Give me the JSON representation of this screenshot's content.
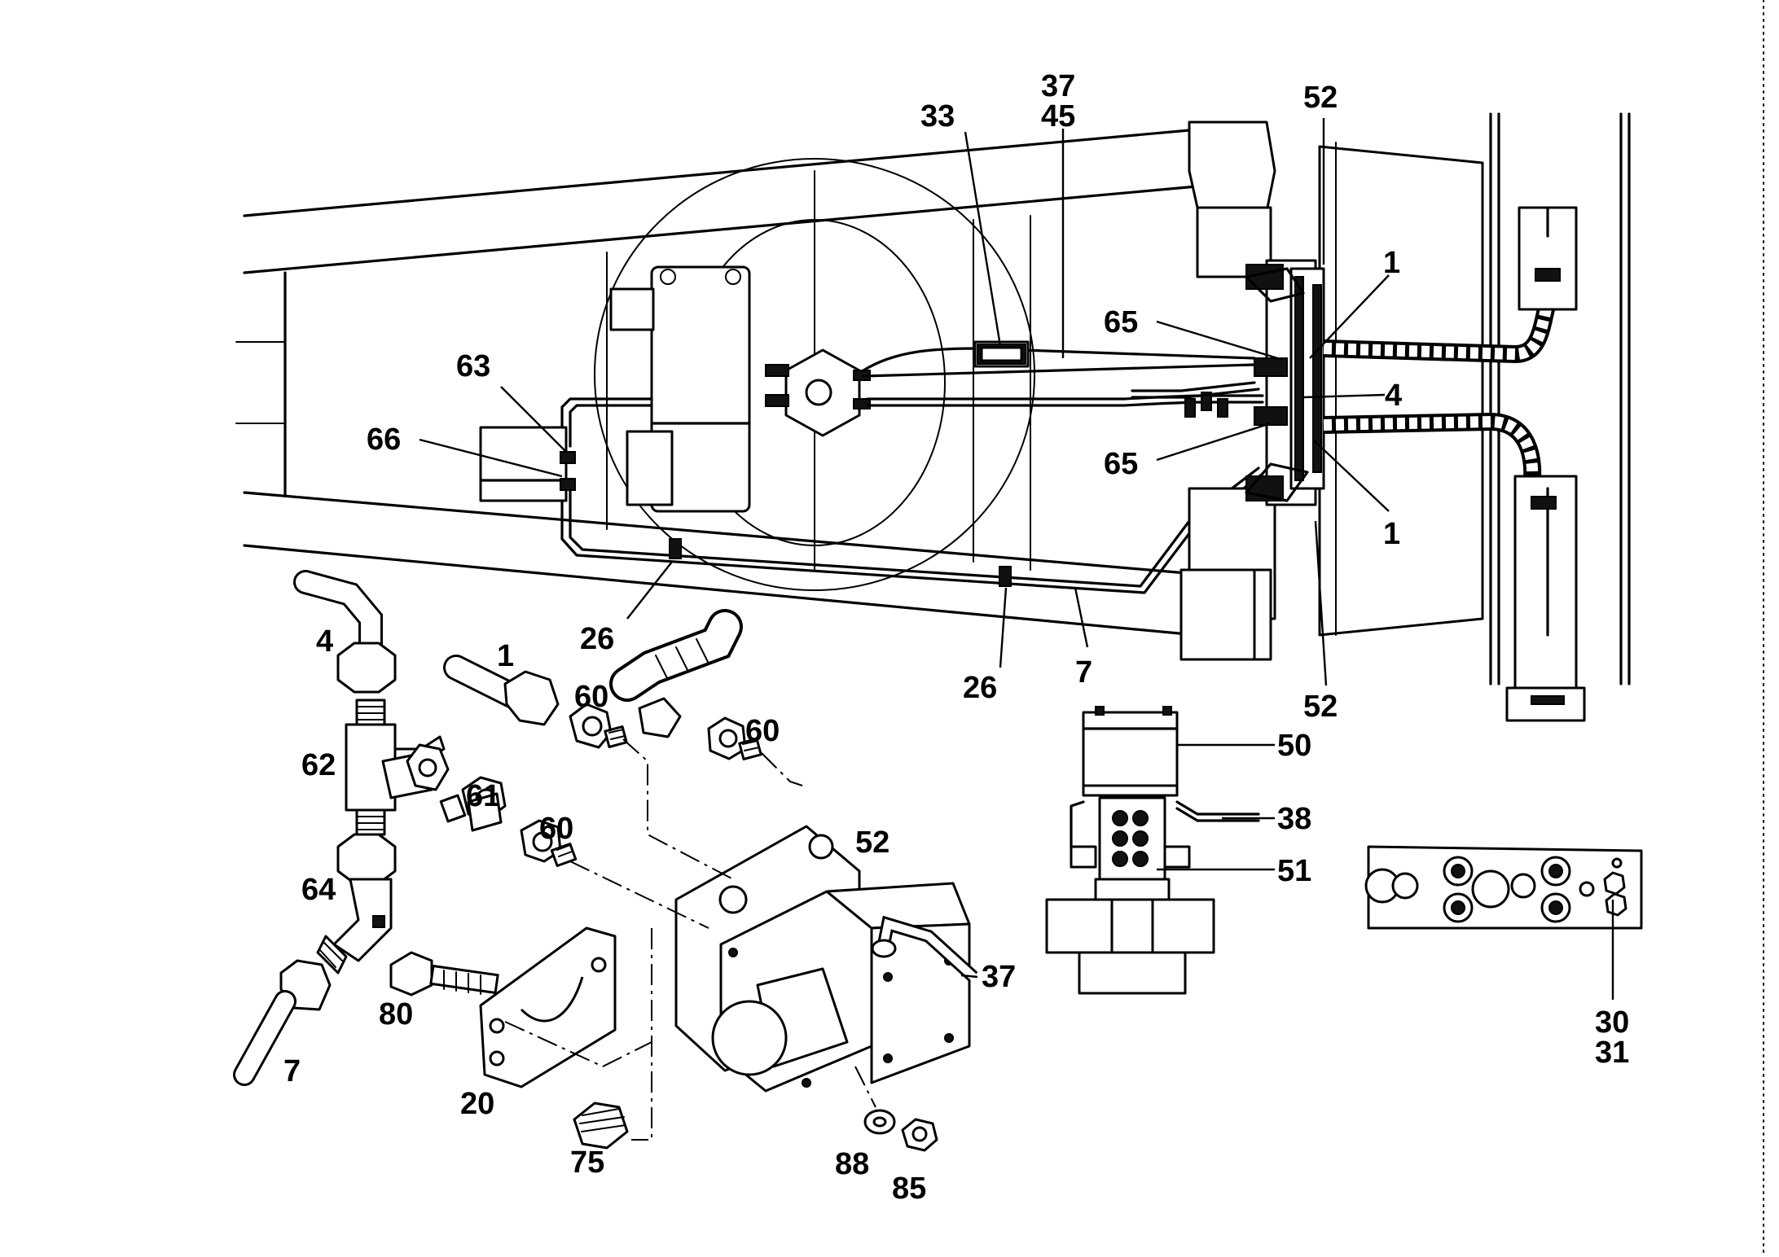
{
  "callouts": {
    "c_37a": "37",
    "c_45": "45",
    "c_33": "33",
    "c_52_top": "52",
    "c_1_top": "1",
    "c_65_top": "65",
    "c_4_top": "4",
    "c_65_bottom": "65",
    "c_1_bottom": "1",
    "c_63": "63",
    "c_66": "66",
    "c_26_left": "26",
    "c_26_right": "26",
    "c_7_top": "7",
    "c_52_bottom": "52",
    "c_4_detail": "4",
    "c_1_detail": "1",
    "c_60_a": "60",
    "c_60_b": "60",
    "c_62": "62",
    "c_61": "61",
    "c_60_c": "60",
    "c_52_valve": "52",
    "c_64": "64",
    "c_37_valve": "37",
    "c_80": "80",
    "c_7_detail": "7",
    "c_20": "20",
    "c_75": "75",
    "c_88": "88",
    "c_85": "85",
    "c_50": "50",
    "c_38": "38",
    "c_51": "51",
    "c_30": "30",
    "c_31": "31"
  }
}
